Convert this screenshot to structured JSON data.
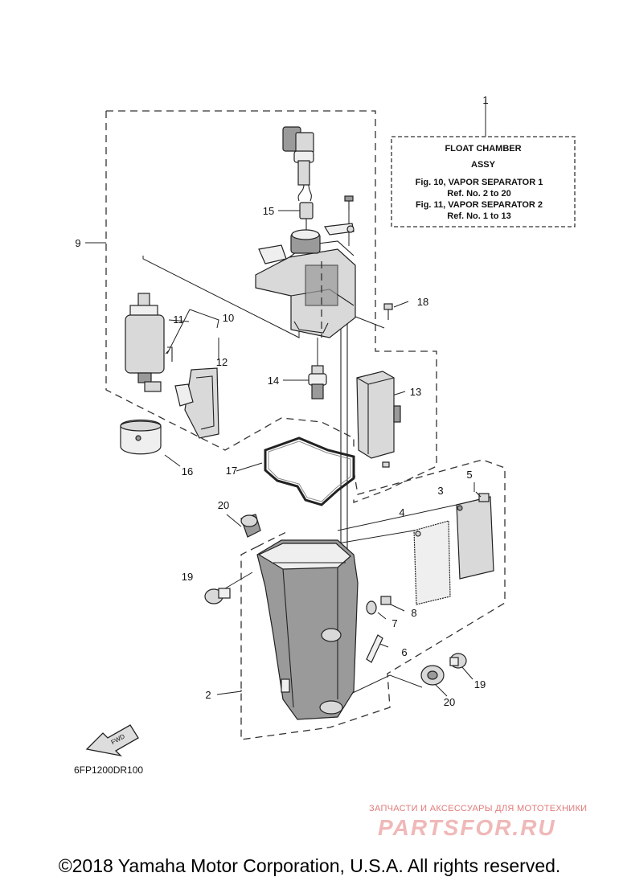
{
  "note_box": {
    "title_line1": "FLOAT CHAMBER",
    "title_line2": "ASSY",
    "fig10": "Fig. 10, VAPOR SEPARATOR 1",
    "fig10_ref": "Ref. No. 2 to 20",
    "fig11": "Fig. 11, VAPOR SEPARATOR 2",
    "fig11_ref": "Ref. No. 1 to 13"
  },
  "callouts": {
    "c1": "1",
    "c2": "2",
    "c3": "3",
    "c4": "4",
    "c5": "5",
    "c6": "6",
    "c7": "7",
    "c8": "8",
    "c9": "9",
    "c10": "10",
    "c11": "11",
    "c12": "12",
    "c13": "13",
    "c14": "14",
    "c15": "15",
    "c16": "16",
    "c17": "17",
    "c18": "18",
    "c19a": "19",
    "c19b": "19",
    "c20a": "20",
    "c20b": "20"
  },
  "fwd_label": "FWD",
  "drawing_code": "6FP1200DR100",
  "watermark": {
    "subtitle": "ЗАПЧАСТИ И АКСЕССУАРЫ ДЛЯ МОТОТЕХНИКИ",
    "brand": "PARTSFOR.RU"
  },
  "copyright": "©2018 Yamaha Motor Corporation, U.S.A. All rights reserved.",
  "colors": {
    "watermark": "#e07a7a",
    "line": "#222222"
  }
}
